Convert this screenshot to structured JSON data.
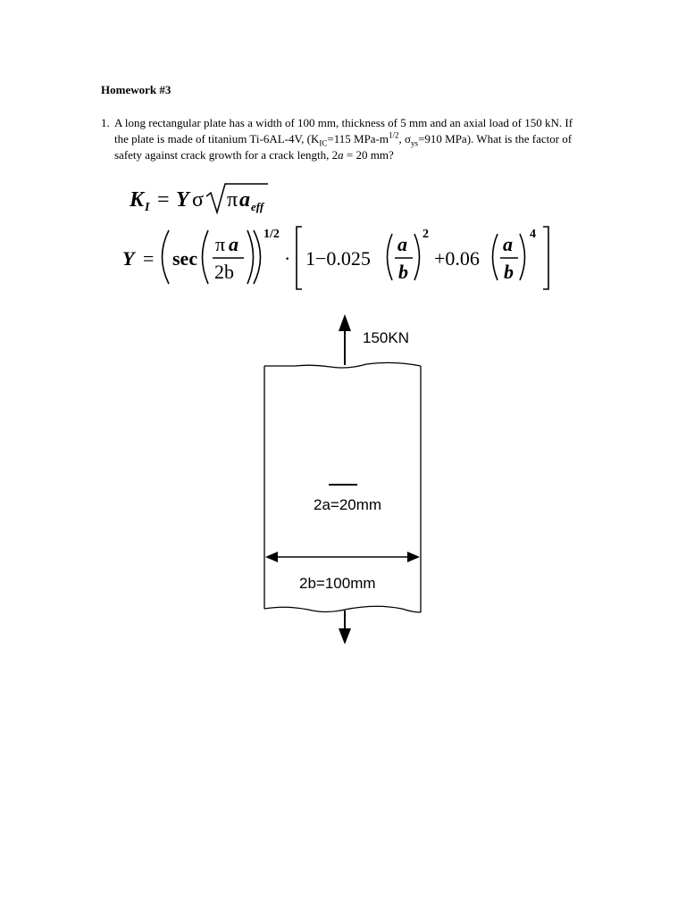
{
  "document": {
    "title": "Homework #3",
    "problem": {
      "number": "1.",
      "text_a": "A long rectangular plate has a width of 100 mm, thickness of 5 mm and an axial load of 150 kN. If the plate is made of titanium Ti-6AL-4V, (K",
      "kic_sub": "IC",
      "text_b": "=115 MPa-m",
      "exp": "1/2",
      "text_c": ", σ",
      "ys_sub": "ys",
      "text_d": "=910 MPa). What is the factor of safety against crack growth for a crack length, 2",
      "a_italic": "a",
      "text_e": " = 20 mm?"
    }
  },
  "equations": {
    "eq1": {
      "lhs_K": "K",
      "lhs_sub": "I",
      "eq": "=",
      "Y": "Y",
      "sigma": "σ",
      "pi": "π",
      "a": "a",
      "eff": "eff"
    },
    "eq2": {
      "Y": "Y",
      "eq": "=",
      "sec": "sec",
      "pi": "π",
      "a": "a",
      "two_b": "2b",
      "half": "1/2",
      "dot": "·",
      "one_minus": "1−0.025",
      "sq": "2",
      "plus": "+0.06",
      "fourth": "4",
      "a2": "a",
      "b2": "b",
      "a3": "a",
      "b3": "b"
    }
  },
  "diagram": {
    "load_label": "150KN",
    "crack_label": "2a=20mm",
    "width_label": "2b=100mm"
  }
}
